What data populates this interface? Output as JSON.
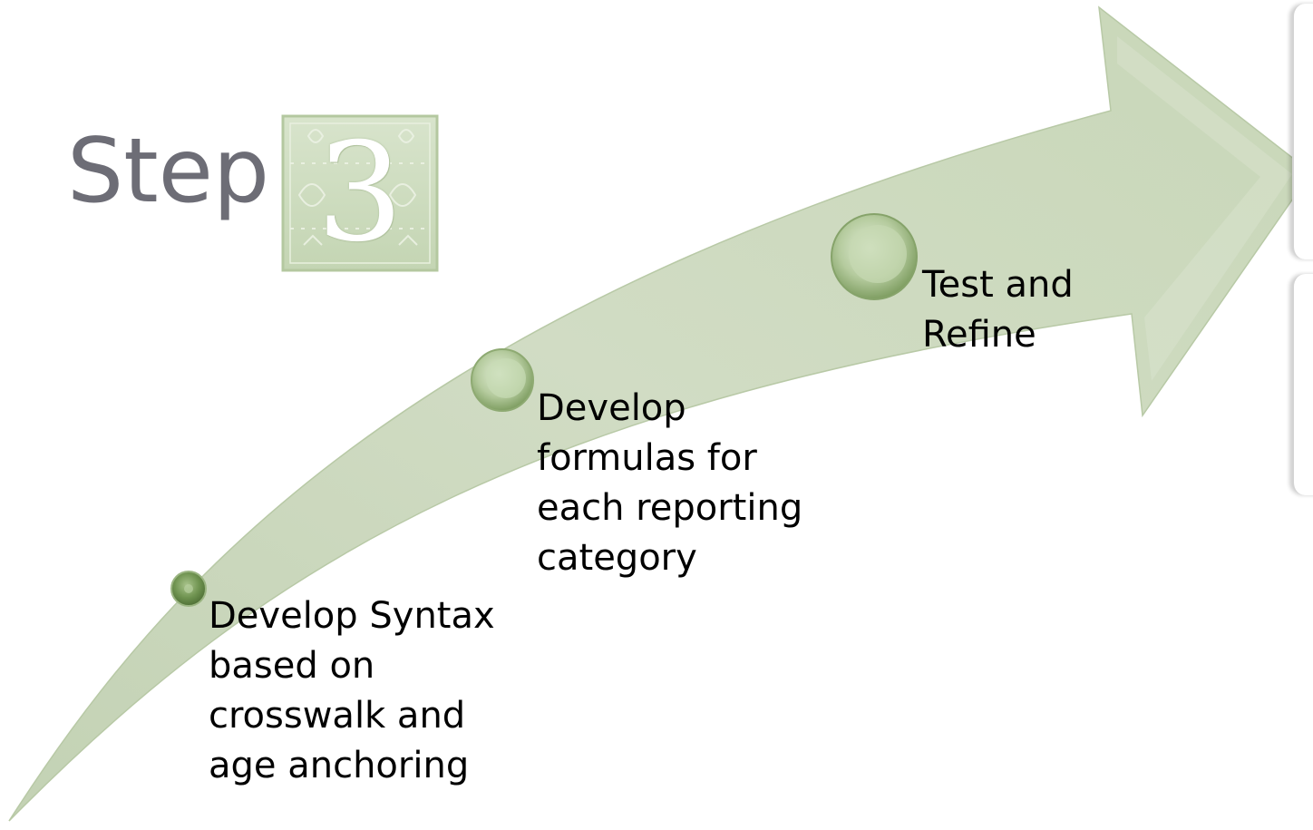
{
  "title": {
    "word": "Step",
    "number": "3"
  },
  "steps": [
    {
      "lines": [
        "Develop Syntax",
        "based on",
        "crosswalk and",
        "age anchoring"
      ]
    },
    {
      "lines": [
        "Develop",
        "formulas for",
        "each reporting",
        "category"
      ]
    },
    {
      "lines": [
        "Test and",
        "Refine"
      ]
    }
  ],
  "colors": {
    "arrow_fill": "#cfdbc1",
    "arrow_edge": "#b8c9a6",
    "title_text": "#6d6d76",
    "number_tile": "#cddcbf",
    "dot_dark": "#6f9350",
    "dot_light": "#c9dbb7"
  }
}
